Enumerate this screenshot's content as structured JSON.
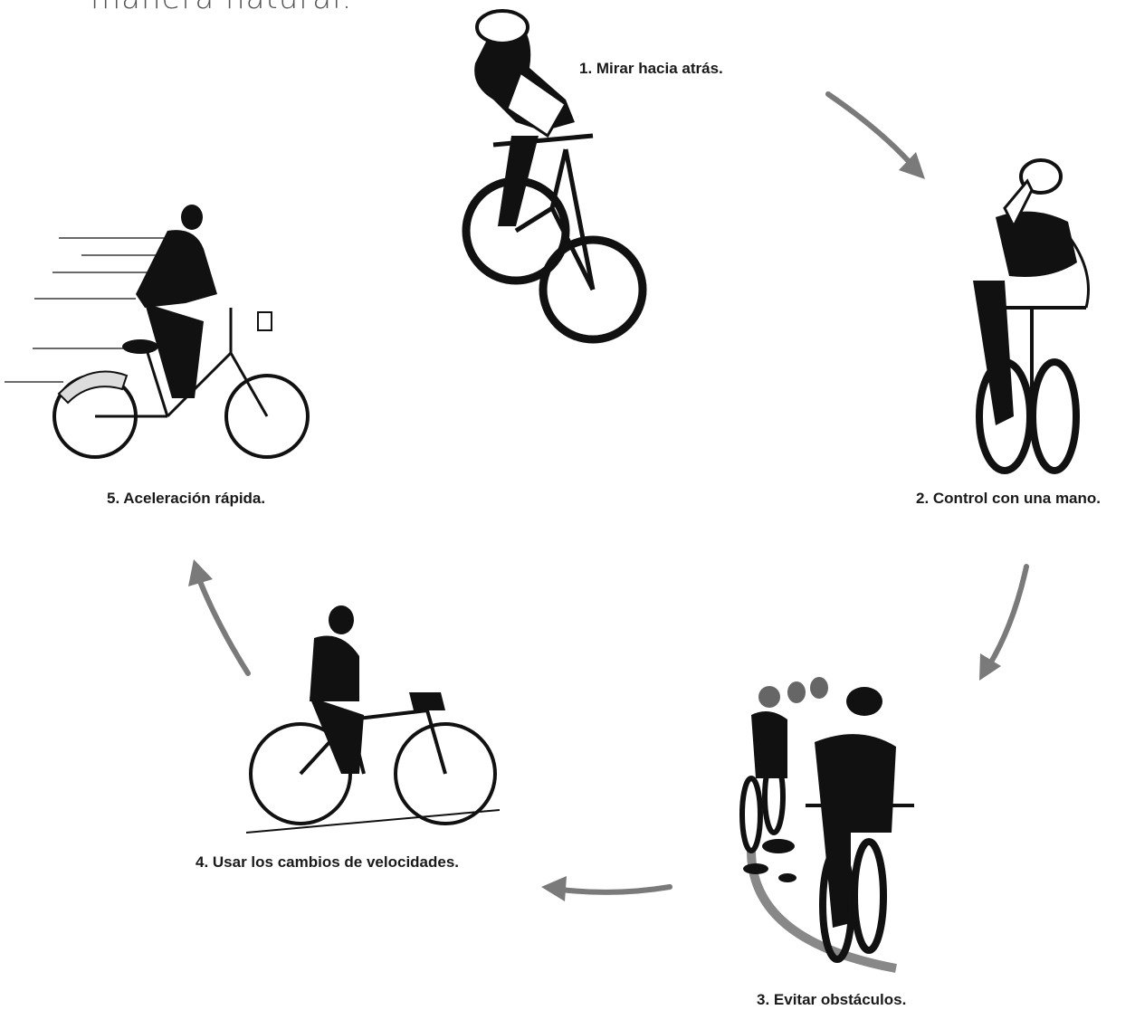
{
  "intro_text": "manera natural.",
  "steps": [
    {
      "label": "1. Mirar hacia atrás.",
      "icon": "cyclist-looking-back-illustration"
    },
    {
      "label": "2. Control con una mano.",
      "icon": "cyclist-one-hand-illustration"
    },
    {
      "label": "3. Evitar obstáculos.",
      "icon": "cyclists-avoiding-obstacles-illustration"
    },
    {
      "label": "4. Usar los cambios de velocidades.",
      "icon": "cyclist-shifting-gears-illustration"
    },
    {
      "label": "5. Aceleración rápida.",
      "icon": "cyclist-fast-acceleration-illustration"
    }
  ],
  "colors": {
    "arrow": "#7a7a7a",
    "ink": "#111111",
    "label": "#1a1a1a"
  }
}
